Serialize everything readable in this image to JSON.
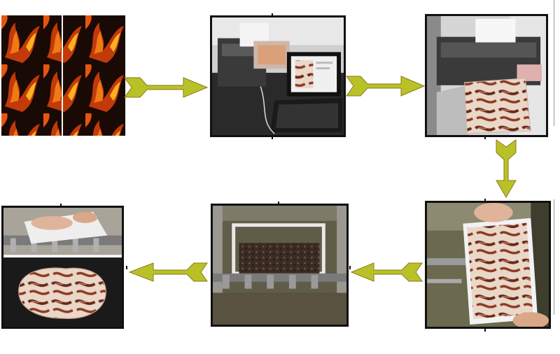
{
  "diagram": {
    "type": "process-flow",
    "colors": {
      "arrow_fill": "#b8c227",
      "arrow_stroke": "#8a7a1a",
      "panel_border": "#111111",
      "background": "#ffffff"
    },
    "steps": [
      {
        "id": "step-1",
        "icon": "flame-pattern-film-photo"
      },
      {
        "id": "step-2",
        "icon": "printer-and-laptop-photo"
      },
      {
        "id": "step-3",
        "icon": "printer-printing-pattern-photo"
      },
      {
        "id": "step-4",
        "icon": "hand-placing-film-in-water-photo"
      },
      {
        "id": "step-5",
        "icon": "film-floating-in-tank-photo"
      },
      {
        "id": "step-6",
        "icon": "dipping-and-finished-part-photo"
      }
    ],
    "arrows": [
      {
        "from": "step-1",
        "to": "step-2",
        "direction": "right"
      },
      {
        "from": "step-2",
        "to": "step-3",
        "direction": "right"
      },
      {
        "from": "step-3",
        "to": "step-4",
        "direction": "down"
      },
      {
        "from": "step-4",
        "to": "step-5",
        "direction": "left"
      },
      {
        "from": "step-5",
        "to": "step-6",
        "direction": "left"
      }
    ]
  }
}
